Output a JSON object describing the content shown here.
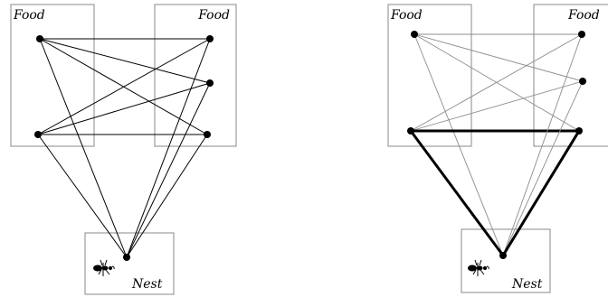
{
  "panels": [
    {
      "id": "left",
      "box_labels": {
        "food_left": "Food",
        "food_right": "Food",
        "nest": "Nest"
      },
      "highlighted_path": []
    },
    {
      "id": "right",
      "box_labels": {
        "food_left": "Food",
        "food_right": "Food",
        "nest": "Nest"
      },
      "highlighted_path": [
        "left-food-bottom",
        "right-food-bottom",
        "nest"
      ]
    }
  ],
  "colors": {
    "box_border": "#8a8a8a",
    "edge_default": "#000000",
    "edge_faded": "#8c8c8c",
    "edge_highlight": "#000000",
    "node": "#000000"
  },
  "icons": {
    "ant": "ant-icon"
  }
}
